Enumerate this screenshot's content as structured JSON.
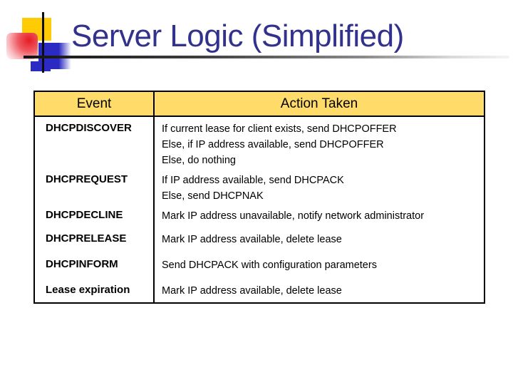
{
  "slide": {
    "title": "Server Logic (Simplified)"
  },
  "colors": {
    "title-color": "#32318C",
    "header-bg": "#FFDB69",
    "border-color": "#000000",
    "accent-yellow": "#FFCB05",
    "accent-blue": "#2B2BC4",
    "accent-red": "#E51B24"
  },
  "table": {
    "headers": [
      "Event",
      "Action Taken"
    ],
    "rows": [
      {
        "event": "DHCPDISCOVER",
        "actions": [
          "If current lease for client exists, send DHCPOFFER",
          "Else, if IP address available, send DHCPOFFER",
          "Else, do nothing"
        ]
      },
      {
        "event": "DHCPREQUEST",
        "actions": [
          "If IP address available, send DHCPACK",
          "Else, send DHCPNAK"
        ]
      },
      {
        "event": "DHCPDECLINE",
        "actions": [
          "Mark IP address unavailable, notify network administrator"
        ]
      },
      {
        "event": "DHCPRELEASE",
        "actions": [
          "Mark IP address available, delete lease"
        ]
      },
      {
        "event": "DHCPINFORM",
        "actions": [
          "Send DHCPACK with configuration parameters"
        ]
      },
      {
        "event": "Lease expiration",
        "actions": [
          "Mark IP address available, delete lease"
        ]
      }
    ]
  }
}
